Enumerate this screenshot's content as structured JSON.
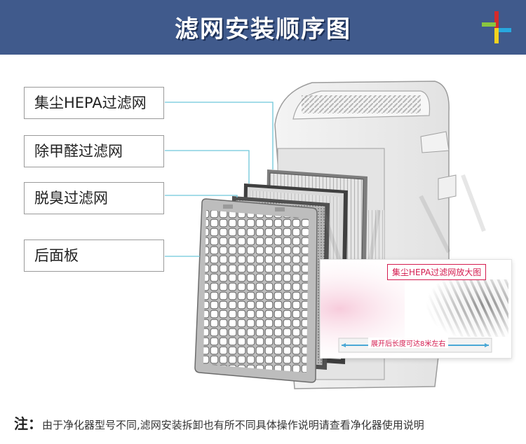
{
  "banner": {
    "title": "滤网安装顺序图",
    "color": "#405a8c"
  },
  "labels": [
    {
      "text": "集尘HEPA过滤网"
    },
    {
      "text": "除甲醛过滤网"
    },
    {
      "text": "脱臭过滤网"
    },
    {
      "text": "后面板"
    }
  ],
  "zoom": {
    "title": "集尘HEPA过滤网放大图",
    "caption": "展开后长度可达8米左右",
    "accent": "#d41b4f"
  },
  "note": {
    "prefix": "注：",
    "text": "由于净化器型号不同,滤网安装拆卸也有所不同具体操作说明请查看净化器使用说明"
  },
  "colors": {
    "leader_line": "#6ec6d9"
  }
}
